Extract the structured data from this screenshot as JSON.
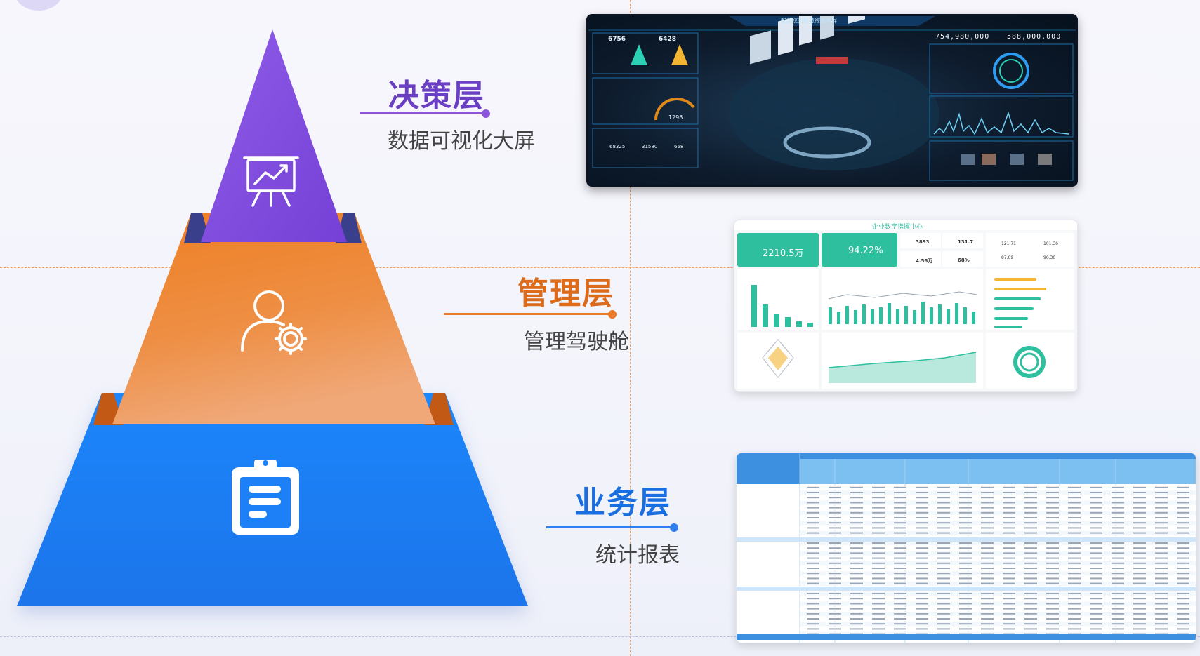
{
  "layers": [
    {
      "title": "决策层",
      "subtitle": "数据可视化大屏",
      "color": "#6a3fc4",
      "line_color": "#8a55d8",
      "icon": "presentation-chart-icon"
    },
    {
      "title": "管理层",
      "subtitle": "管理驾驶舱",
      "color": "#dd6b1c",
      "line_color": "#ea7a2a",
      "icon": "user-gear-icon"
    },
    {
      "title": "业务层",
      "subtitle": "统计报表",
      "color": "#1a6fe0",
      "line_color": "#2f7ff0",
      "icon": "clipboard-report-icon"
    }
  ],
  "dark_dashboard": {
    "title": "智慧校园智慧综合大屏",
    "kpi_left_a": "6756",
    "kpi_left_b": "6428",
    "counter_a": "754,980,000",
    "counter_b": "588,000,000",
    "gauge_value": "1298",
    "kpi_bottom_a": "68325",
    "kpi_bottom_b": "31580",
    "kpi_bottom_c": "658"
  },
  "cockpit": {
    "title": "企业数字指挥中心",
    "kpi_main_a": "2210.5万",
    "kpi_main_b": "94.22%",
    "kpi_small": [
      "3893",
      "131.7",
      "4.56万",
      "68%"
    ],
    "kpi_right": [
      "121.71",
      "101.36",
      "87.09",
      "96.30"
    ]
  },
  "colors": {
    "purple": "#7f4fe0",
    "orange": "#ec7a26",
    "blue": "#1e80f7",
    "teal": "#2ebf9f"
  }
}
